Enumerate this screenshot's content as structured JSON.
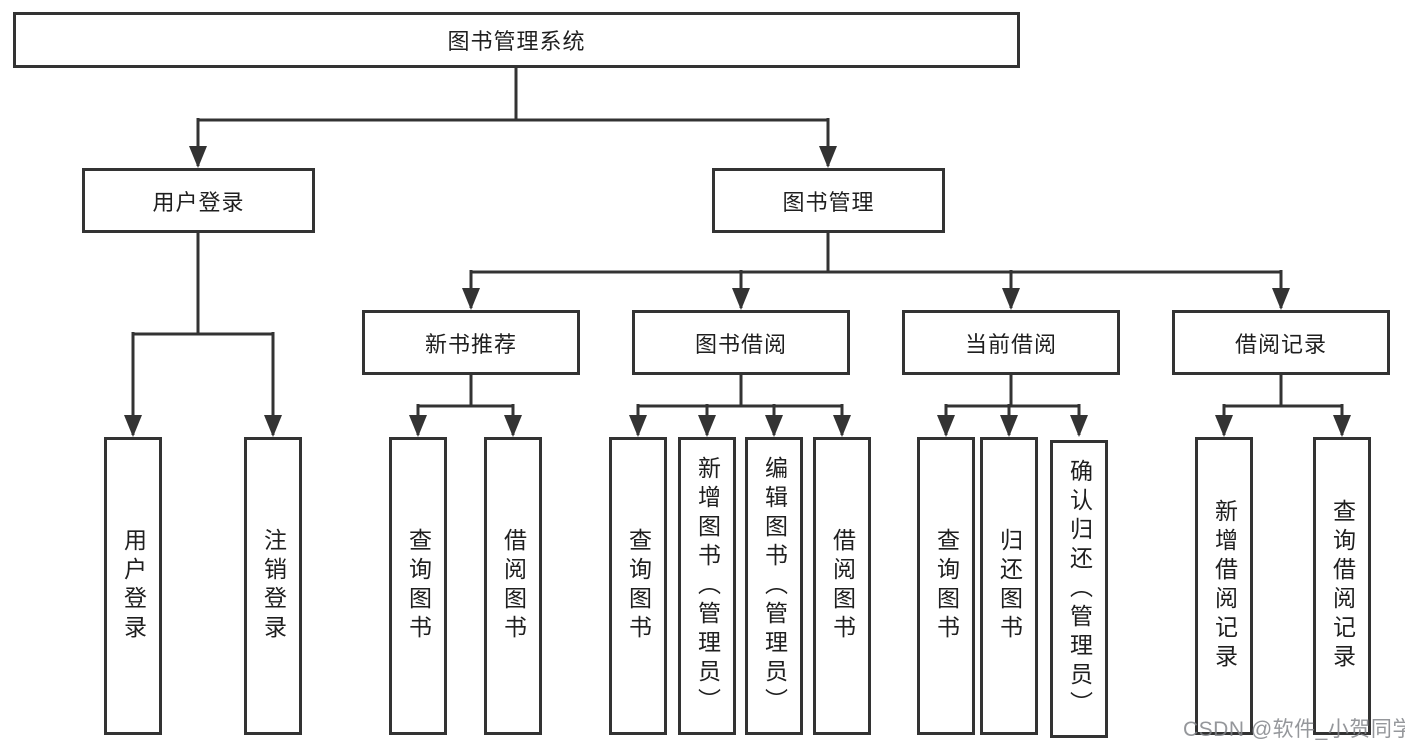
{
  "colors": {
    "line": "#333333",
    "box_border": "#333333",
    "box_fill": "#ffffff",
    "text": "#1f1f1f",
    "watermark": "#83868a",
    "background": "#ffffff"
  },
  "watermark": "CSDN @软件_小贺同学",
  "tree": {
    "root": {
      "label": "图书管理系统",
      "children": [
        {
          "label": "用户登录",
          "children": [
            {
              "label": "用户登录"
            },
            {
              "label": "注销登录"
            }
          ]
        },
        {
          "label": "图书管理",
          "children": [
            {
              "label": "新书推荐",
              "children": [
                {
                  "label": "查询图书"
                },
                {
                  "label": "借阅图书"
                }
              ]
            },
            {
              "label": "图书借阅",
              "children": [
                {
                  "label": "查询图书"
                },
                {
                  "label": "新增图书（管理员）"
                },
                {
                  "label": "编辑图书（管理员）"
                },
                {
                  "label": "借阅图书"
                }
              ]
            },
            {
              "label": "当前借阅",
              "children": [
                {
                  "label": "查询图书"
                },
                {
                  "label": "归还图书"
                },
                {
                  "label": "确认归还（管理员）"
                }
              ]
            },
            {
              "label": "借阅记录",
              "children": [
                {
                  "label": "新增借阅记录"
                },
                {
                  "label": "查询借阅记录"
                }
              ]
            }
          ]
        }
      ]
    }
  }
}
